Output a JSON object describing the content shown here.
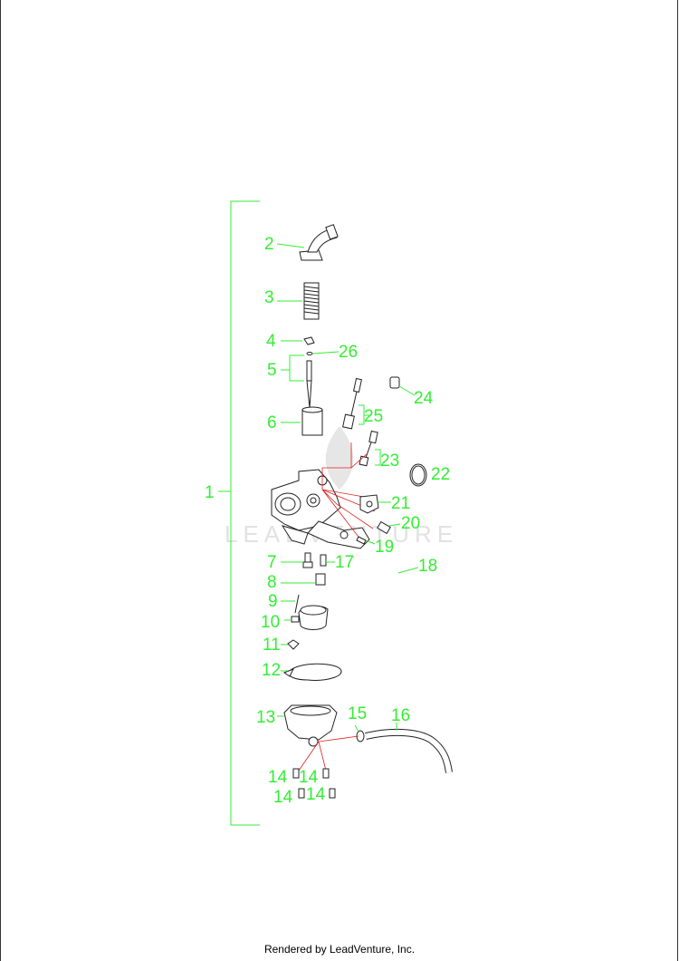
{
  "watermark": "LEADVENTURE",
  "footer": "Rendered by LeadVenture, Inc.",
  "callouts": {
    "c1": "1",
    "c2": "2",
    "c3": "3",
    "c4": "4",
    "c5": "5",
    "c6": "6",
    "c7": "7",
    "c8": "8",
    "c9": "9",
    "c10": "10",
    "c11": "11",
    "c12": "12",
    "c13": "13",
    "c14a": "14",
    "c14b": "14",
    "c14c": "14",
    "c14d": "14",
    "c15": "15",
    "c16": "16",
    "c17": "17",
    "c18": "18",
    "c19": "19",
    "c20": "20",
    "c21": "21",
    "c22": "22",
    "c23": "23",
    "c24": "24",
    "c25": "25",
    "c26": "26"
  },
  "colors": {
    "callout": "#33ee33",
    "leader_red": "#e02020"
  }
}
